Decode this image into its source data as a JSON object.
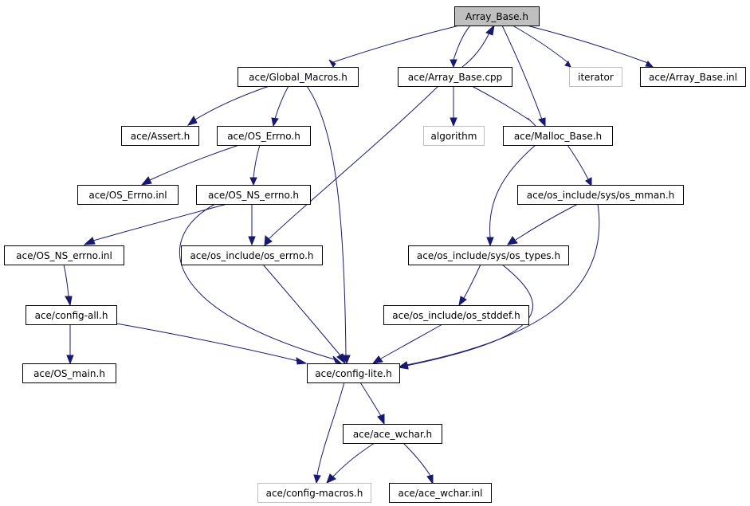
{
  "diagram": {
    "type": "include-dependency-graph",
    "colors": {
      "edge": "#191970",
      "root_fill": "#bfbfbf",
      "system_border": "#bfbfbf",
      "node_border": "#000000",
      "background": "#ffffff"
    },
    "nodes": [
      {
        "id": "n_array_base_h",
        "label": "Array_Base.h",
        "kind": "root"
      },
      {
        "id": "n_global_macros",
        "label": "ace/Global_Macros.h",
        "kind": "file"
      },
      {
        "id": "n_array_base_cpp",
        "label": "ace/Array_Base.cpp",
        "kind": "file"
      },
      {
        "id": "n_iterator",
        "label": "iterator",
        "kind": "system"
      },
      {
        "id": "n_array_base_inl",
        "label": "ace/Array_Base.inl",
        "kind": "file"
      },
      {
        "id": "n_assert",
        "label": "ace/Assert.h",
        "kind": "file"
      },
      {
        "id": "n_os_errno_h",
        "label": "ace/OS_Errno.h",
        "kind": "file"
      },
      {
        "id": "n_algorithm",
        "label": "algorithm",
        "kind": "system"
      },
      {
        "id": "n_malloc_base",
        "label": "ace/Malloc_Base.h",
        "kind": "file"
      },
      {
        "id": "n_os_errno_inl",
        "label": "ace/OS_Errno.inl",
        "kind": "file"
      },
      {
        "id": "n_os_ns_errno_h",
        "label": "ace/OS_NS_errno.h",
        "kind": "file"
      },
      {
        "id": "n_os_mman",
        "label": "ace/os_include/sys/os_mman.h",
        "kind": "file"
      },
      {
        "id": "n_os_ns_errno_inl",
        "label": "ace/OS_NS_errno.inl",
        "kind": "file"
      },
      {
        "id": "n_os_include_errno",
        "label": "ace/os_include/os_errno.h",
        "kind": "file"
      },
      {
        "id": "n_os_types",
        "label": "ace/os_include/sys/os_types.h",
        "kind": "file"
      },
      {
        "id": "n_config_all",
        "label": "ace/config-all.h",
        "kind": "file"
      },
      {
        "id": "n_os_stddef",
        "label": "ace/os_include/os_stddef.h",
        "kind": "file"
      },
      {
        "id": "n_os_main",
        "label": "ace/OS_main.h",
        "kind": "file"
      },
      {
        "id": "n_config_lite",
        "label": "ace/config-lite.h",
        "kind": "file"
      },
      {
        "id": "n_ace_wchar_h",
        "label": "ace/ace_wchar.h",
        "kind": "file"
      },
      {
        "id": "n_config_macros",
        "label": "ace/config-macros.h",
        "kind": "system"
      },
      {
        "id": "n_ace_wchar_inl",
        "label": "ace/ace_wchar.inl",
        "kind": "file"
      }
    ],
    "edges": [
      {
        "from": "n_array_base_h",
        "to": "n_global_macros"
      },
      {
        "from": "n_array_base_h",
        "to": "n_array_base_cpp"
      },
      {
        "from": "n_array_base_cpp",
        "to": "n_array_base_h"
      },
      {
        "from": "n_array_base_h",
        "to": "n_iterator"
      },
      {
        "from": "n_array_base_h",
        "to": "n_array_base_inl"
      },
      {
        "from": "n_array_base_h",
        "to": "n_malloc_base"
      },
      {
        "from": "n_global_macros",
        "to": "n_assert"
      },
      {
        "from": "n_global_macros",
        "to": "n_os_errno_h"
      },
      {
        "from": "n_global_macros",
        "to": "n_config_lite"
      },
      {
        "from": "n_array_base_cpp",
        "to": "n_algorithm"
      },
      {
        "from": "n_array_base_cpp",
        "to": "n_malloc_base"
      },
      {
        "from": "n_array_base_cpp",
        "to": "n_os_include_errno"
      },
      {
        "from": "n_os_errno_h",
        "to": "n_os_errno_inl"
      },
      {
        "from": "n_os_errno_h",
        "to": "n_os_ns_errno_h"
      },
      {
        "from": "n_os_ns_errno_h",
        "to": "n_os_ns_errno_inl"
      },
      {
        "from": "n_os_ns_errno_h",
        "to": "n_os_include_errno"
      },
      {
        "from": "n_os_ns_errno_h",
        "to": "n_config_lite"
      },
      {
        "from": "n_malloc_base",
        "to": "n_os_mman"
      },
      {
        "from": "n_malloc_base",
        "to": "n_os_types"
      },
      {
        "from": "n_os_mman",
        "to": "n_os_types"
      },
      {
        "from": "n_os_mman",
        "to": "n_config_lite"
      },
      {
        "from": "n_os_ns_errno_inl",
        "to": "n_config_all"
      },
      {
        "from": "n_os_include_errno",
        "to": "n_config_lite"
      },
      {
        "from": "n_os_types",
        "to": "n_os_stddef"
      },
      {
        "from": "n_os_types",
        "to": "n_config_lite"
      },
      {
        "from": "n_config_all",
        "to": "n_os_main"
      },
      {
        "from": "n_config_all",
        "to": "n_config_lite"
      },
      {
        "from": "n_os_stddef",
        "to": "n_config_lite"
      },
      {
        "from": "n_config_lite",
        "to": "n_ace_wchar_h"
      },
      {
        "from": "n_config_lite",
        "to": "n_config_macros"
      },
      {
        "from": "n_ace_wchar_h",
        "to": "n_config_macros"
      },
      {
        "from": "n_ace_wchar_h",
        "to": "n_ace_wchar_inl"
      }
    ]
  }
}
